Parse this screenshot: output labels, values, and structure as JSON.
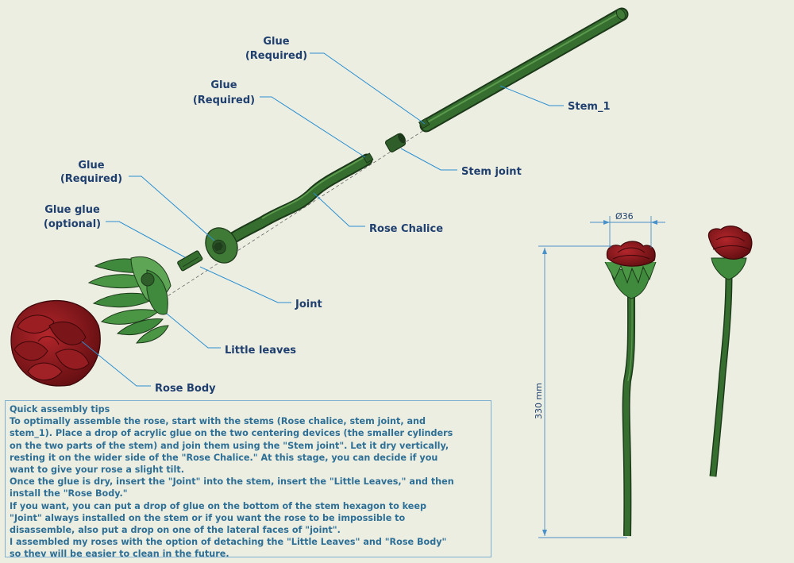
{
  "labels": {
    "glue_top_1": "Glue",
    "glue_top_2": "(Required)",
    "glue_mid_1": "Glue",
    "glue_mid_2": "(Required)",
    "glue_low_1": "Glue",
    "glue_low_2": "(Required)",
    "glue_opt_1": "Glue glue",
    "glue_opt_2": "(optional)",
    "stem_1": "Stem_1",
    "stem_joint": "Stem joint",
    "rose_chalice": "Rose Chalice",
    "joint": "Joint",
    "little_leaves": "Little leaves",
    "rose_body": "Rose Body"
  },
  "dimensions": {
    "diameter": "Ø36",
    "height": "330 mm"
  },
  "tips": {
    "title": "Quick assembly tips",
    "lines": [
      "To optimally assemble the rose, start with the stems (Rose chalice, stem joint, and",
      "stem_1). Place a drop of acrylic glue on the two centering devices (the smaller cylinders",
      "on the two parts of the stem) and join them using the \"Stem joint\". Let it dry vertically,",
      "resting it on the wider side of the \"Rose Chalice.\" At this stage, you can decide if you",
      "want to give your rose a slight tilt.",
      "Once the glue is dry, insert the \"Joint\" into the stem, insert the \"Little Leaves,\" and then",
      "install the \"Rose Body.\"",
      "If you want, you can put a drop of glue on the bottom of the stem hexagon to keep",
      "\"Joint\" always installed on the stem or if you want the rose to be impossible to",
      "disassemble, also put a drop on one of the lateral faces of \"joint\".",
      "I assembled my roses with the option of detaching the \"Little Leaves\" and \"Rose Body\"",
      "so they will be easier to clean in the future."
    ]
  },
  "colors": {
    "stem_green": "#2f5e2a",
    "leaf_green": "#3f8a3c",
    "rose_red": "#8b1a1e",
    "label_blue": "#1f3f6e",
    "leader_blue": "#2a8fd0"
  }
}
